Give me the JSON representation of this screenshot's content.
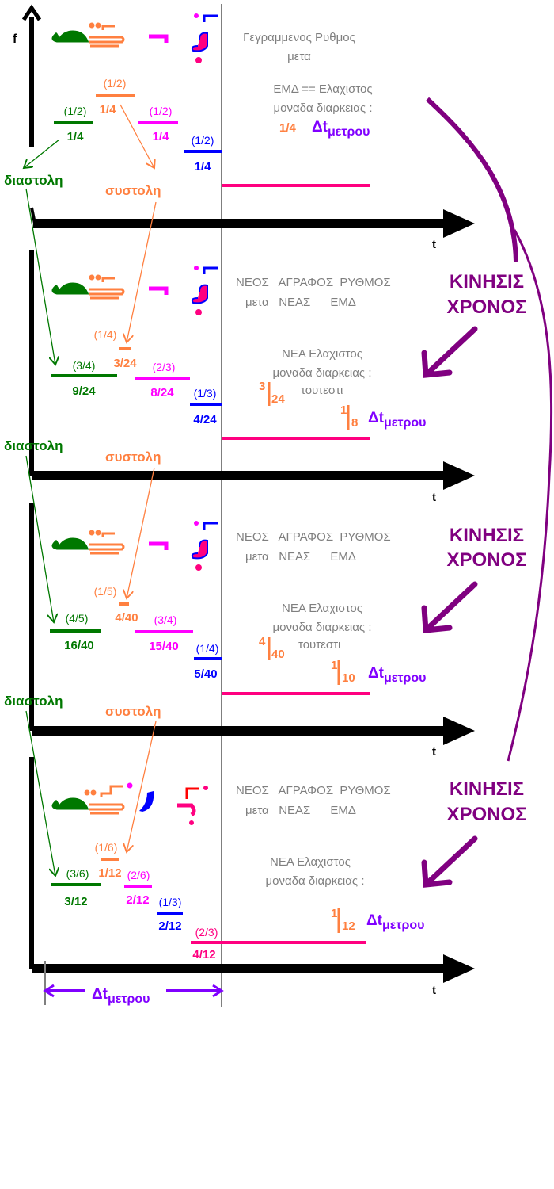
{
  "colors": {
    "green": "#007800",
    "orange": "#ff8040",
    "magenta": "#ff00ff",
    "blue": "#0000ff",
    "crimson": "#ff0080",
    "purple": "#800080",
    "violet": "#8000ff",
    "gray": "#7f7f7f"
  },
  "axes": {
    "f": "f",
    "t": "t"
  },
  "labels": {
    "diastoli": "διαστολη",
    "systoli": "συστολη",
    "kinisis": "ΚΙΝΗΣΙΣ",
    "chronos": "ΧΡΟΝΟΣ",
    "dt": "Δt",
    "dt_sub": "μετρου"
  },
  "sections": [
    {
      "title1": "Γεγραμμενος Ρυθμος",
      "title2": "μετα",
      "emd1": "ΕΜΔ == Ελαχιστος",
      "emd2": "μοναδα διαρκειας :",
      "emd_value": "1/4",
      "notes": [
        {
          "top": "(1/2)",
          "bottom": "1/4"
        },
        {
          "top": "(1/2)",
          "bottom": "1/4"
        },
        {
          "top": "(1/2)",
          "bottom": "1/4"
        },
        {
          "top": "(1/2)",
          "bottom": "1/4"
        }
      ]
    },
    {
      "title1": "ΝΕΟΣ   ΑΓΡΑΦΟΣ  ΡΥΘΜΟΣ",
      "title2": "μετα   ΝΕΑΣ      ΕΜΔ",
      "emd1": "ΝΕΑ  Ελαχιστος",
      "emd2": "μοναδα διαρκειας :",
      "emd_num": "3",
      "emd_den": "24",
      "toutesti": "τουτεστι",
      "res_num": "1",
      "res_den": "8",
      "notes": [
        {
          "top": "(3/4)",
          "bottom": "9/24"
        },
        {
          "top": "(1/4)",
          "bottom": "3/24"
        },
        {
          "top": "(2/3)",
          "bottom": "8/24"
        },
        {
          "top": "(1/3)",
          "bottom": "4/24"
        }
      ]
    },
    {
      "title1": "ΝΕΟΣ   ΑΓΡΑΦΟΣ  ΡΥΘΜΟΣ",
      "title2": "μετα   ΝΕΑΣ      ΕΜΔ",
      "emd1": "ΝΕΑ  Ελαχιστος",
      "emd2": "μοναδα διαρκειας :",
      "emd_num": "4",
      "emd_den": "40",
      "toutesti": "τουτεστι",
      "res_num": "1",
      "res_den": "10",
      "notes": [
        {
          "top": "(4/5)",
          "bottom": "16/40"
        },
        {
          "top": "(1/5)",
          "bottom": "4/40"
        },
        {
          "top": "(3/4)",
          "bottom": "15/40"
        },
        {
          "top": "(1/4)",
          "bottom": "5/40"
        }
      ]
    },
    {
      "title1": "ΝΕΟΣ   ΑΓΡΑΦΟΣ  ΡΥΘΜΟΣ",
      "title2": "μετα   ΝΕΑΣ      ΕΜΔ",
      "emd1": "ΝΕΑ  Ελαχιστος",
      "emd2": "μοναδα διαρκειας :",
      "res_num": "1",
      "res_den": "12",
      "notes": [
        {
          "top": "(3/6)",
          "bottom": "3/12"
        },
        {
          "top": "(1/6)",
          "bottom": "1/12"
        },
        {
          "top": "(2/6)",
          "bottom": "2/12"
        },
        {
          "top": "(1/3)",
          "bottom": "2/12"
        },
        {
          "top": "(2/3)",
          "bottom": "4/12"
        }
      ]
    }
  ]
}
